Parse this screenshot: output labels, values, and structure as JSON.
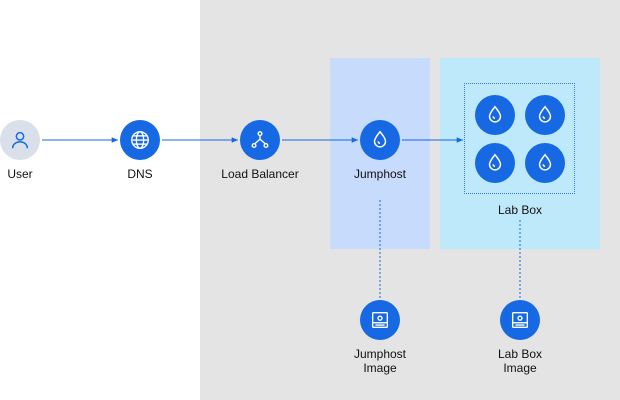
{
  "nodes": {
    "user": {
      "label": "User",
      "icon": "user-icon"
    },
    "dns": {
      "label": "DNS",
      "icon": "globe-icon"
    },
    "load_balancer": {
      "label": "Load Balancer",
      "icon": "load-balancer-icon"
    },
    "jumphost": {
      "label": "Jumphost",
      "icon": "droplet-icon"
    },
    "lab_box": {
      "label": "Lab Box",
      "icon": "droplet-icon",
      "instances": 4
    },
    "jumphost_image": {
      "label_line1": "Jumphost",
      "label_line2": "Image",
      "icon": "image-icon"
    },
    "lab_box_image": {
      "label_line1": "Lab Box",
      "label_line2": "Image",
      "icon": "image-icon"
    }
  },
  "edges": [
    {
      "from": "User",
      "to": "DNS",
      "style": "arrow"
    },
    {
      "from": "DNS",
      "to": "Load Balancer",
      "style": "arrow"
    },
    {
      "from": "Load Balancer",
      "to": "Jumphost",
      "style": "arrow"
    },
    {
      "from": "Jumphost",
      "to": "Lab Box",
      "style": "arrow"
    },
    {
      "from": "Jumphost",
      "to": "Jumphost Image",
      "style": "dotted"
    },
    {
      "from": "Lab Box",
      "to": "Lab Box Image",
      "style": "dotted"
    }
  ],
  "colors": {
    "accent": "#1668e3",
    "cloud_background": "#e4e4e4",
    "jumphost_zone": "#c7dcfc",
    "lab_box_zone": "#bde9fb",
    "user_circle": "#d9e0ea"
  }
}
